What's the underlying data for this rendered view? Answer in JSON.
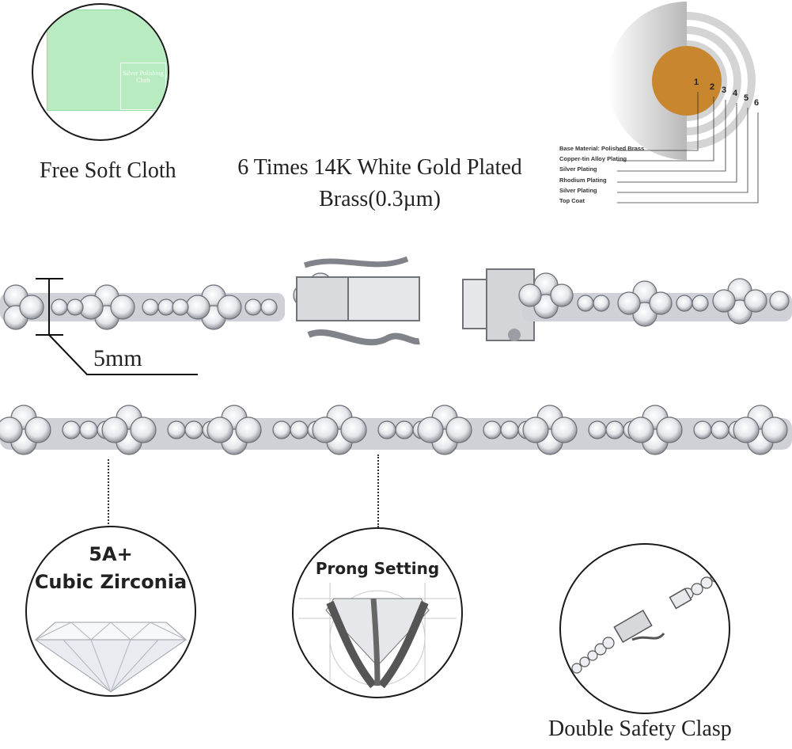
{
  "cloth": {
    "label": "Free Soft Cloth",
    "stamp_text": "Silver Polishing Cloth"
  },
  "plating": {
    "title_line1": "6 Times 14K White Gold Plated",
    "title_line2": "Brass(0.3µm)",
    "layer_numbers": [
      "1",
      "2",
      "3",
      "4",
      "5",
      "6"
    ],
    "layers": [
      "Base Material: Polished Brass",
      "Copper-tin Alloy Plating",
      "Silver Plating",
      "Rhodium Plating",
      "Silver Plating",
      "Top Coat"
    ],
    "core_color": "#c8862e"
  },
  "width_label": "5mm",
  "features": [
    {
      "line1": "5A+",
      "line2": "Cubic Zirconia"
    },
    {
      "line1": "Prong Setting"
    },
    {
      "caption": "Double Safety Clasp"
    }
  ],
  "colors": {
    "silver": "#c9cbd0",
    "cloth_green": "#b9ebc0",
    "outline": "#1a1a1a"
  }
}
